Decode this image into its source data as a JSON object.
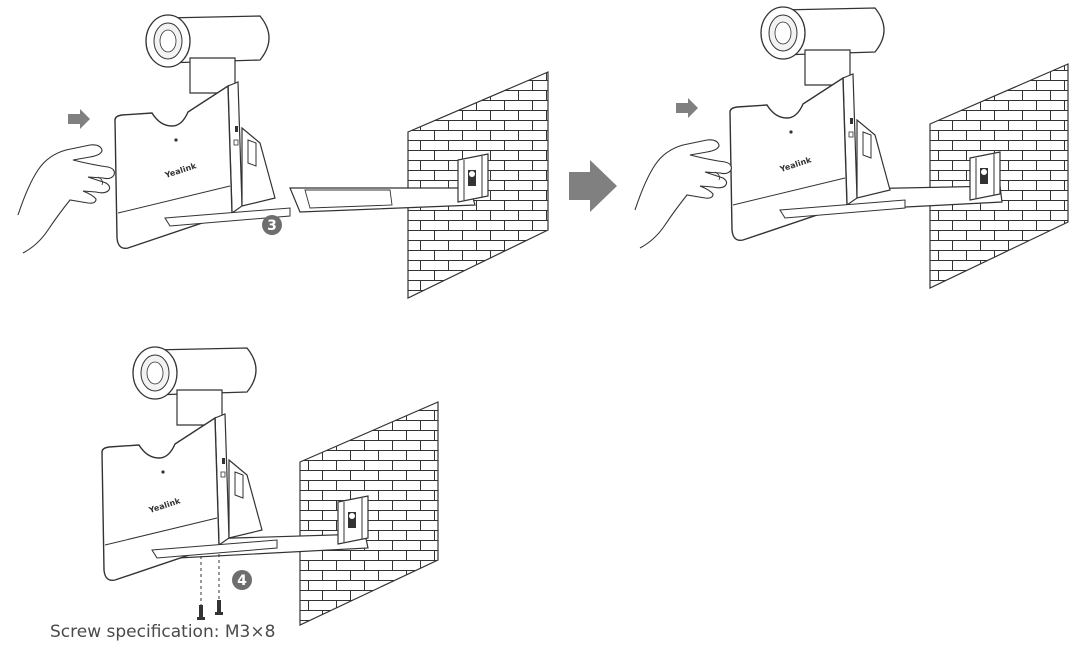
{
  "diagram": {
    "brand_text": "Yealink",
    "steps": [
      {
        "label": "3"
      },
      {
        "label": "4"
      }
    ],
    "caption": "Screw specification: M3×8",
    "colors": {
      "line": "#333333",
      "arrow": "#808080",
      "step_badge": "#6e6e6e"
    }
  }
}
